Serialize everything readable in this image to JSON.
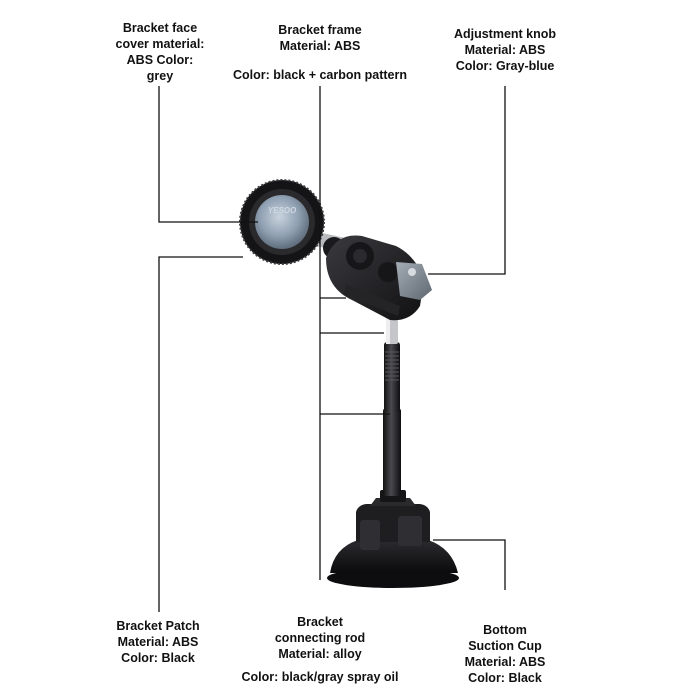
{
  "callouts": {
    "face_cover": {
      "lines": [
        "Bracket face",
        "cover material:",
        "ABS Color:",
        "grey"
      ]
    },
    "frame": {
      "lines": [
        "Bracket frame",
        "Material: ABS"
      ],
      "extra": "Color: black + carbon pattern"
    },
    "knob": {
      "lines": [
        "Adjustment knob",
        "Material: ABS",
        "Color: Gray-blue"
      ]
    },
    "patch": {
      "lines": [
        "Bracket Patch",
        "Material: ABS",
        "Color: Black"
      ]
    },
    "rod": {
      "lines": [
        "Bracket",
        "connecting rod",
        "Material: alloy"
      ],
      "extra": "Color: black/gray spray oil"
    },
    "suction": {
      "lines": [
        "Bottom",
        "Suction Cup",
        "Material: ABS",
        "Color: Black"
      ]
    }
  },
  "product": {
    "brand_logo": "YESOO",
    "colors": {
      "frame": "#2b2b2e",
      "face": "#8fa0b2",
      "knob": "#7d8590",
      "rod": "#222225",
      "leader_line": "#111111"
    }
  }
}
